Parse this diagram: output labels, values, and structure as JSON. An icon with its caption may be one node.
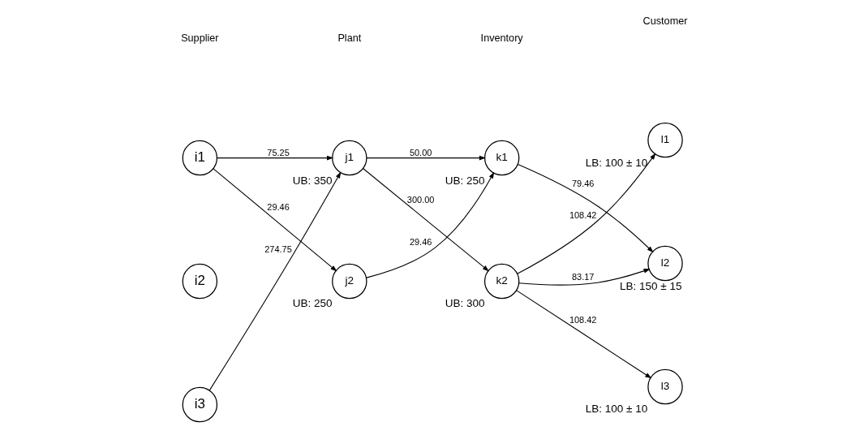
{
  "diagram": {
    "nodes": [
      {
        "text": [
          "i1"
        ]
      },
      {
        "text": [
          "i2"
        ]
      },
      {
        "text": [
          "i3"
        ]
      },
      {
        "text": [
          "j1"
        ],
        "beside": [
          "UB: 350"
        ]
      },
      {
        "text": [
          "j2"
        ],
        "beside": [
          "UB: 250"
        ]
      },
      {
        "text": [
          "k1"
        ],
        "beside": [
          "UB: 250"
        ]
      },
      {
        "text": [
          "k2"
        ],
        "beside": [
          "UB: 300"
        ]
      },
      {
        "text": [
          "l1"
        ],
        "beside": [
          "LB: 100 ± 10"
        ]
      },
      {
        "text": [
          "l2"
        ],
        "beside": [
          "LB: 150 ± 15"
        ]
      },
      {
        "text": [
          "l3"
        ],
        "beside": [
          "LB: 100 ± 10"
        ]
      }
    ],
    "edges": [
      {
        "from": 0,
        "to": 3,
        "arrow": "to",
        "label": "75.25"
      },
      {
        "from": 0,
        "to": 4,
        "arrow": "to",
        "label": "29.46"
      },
      {
        "from": 2,
        "to": 3,
        "arrow": "to",
        "label": "274.75"
      },
      {
        "from": 3,
        "to": 5,
        "arrow": "to",
        "label": "50.00"
      },
      {
        "from": 3,
        "to": 6,
        "arrow": "to",
        "label": "300.00"
      },
      {
        "from": 4,
        "to": 5,
        "arrow": "to",
        "label": "29.46"
      },
      {
        "from": 5,
        "to": 8,
        "arrow": "to",
        "label": "79.46"
      },
      {
        "from": 6,
        "to": 7,
        "arrow": "to",
        "label": "108.42"
      },
      {
        "from": 6,
        "to": 8,
        "arrow": "to",
        "label": "83.17"
      },
      {
        "from": 6,
        "to": 9,
        "arrow": "to",
        "label": "108.42"
      }
    ],
    "labels": [
      "Supplier",
      "Plant",
      "Inventory",
      "Customer"
    ]
  }
}
